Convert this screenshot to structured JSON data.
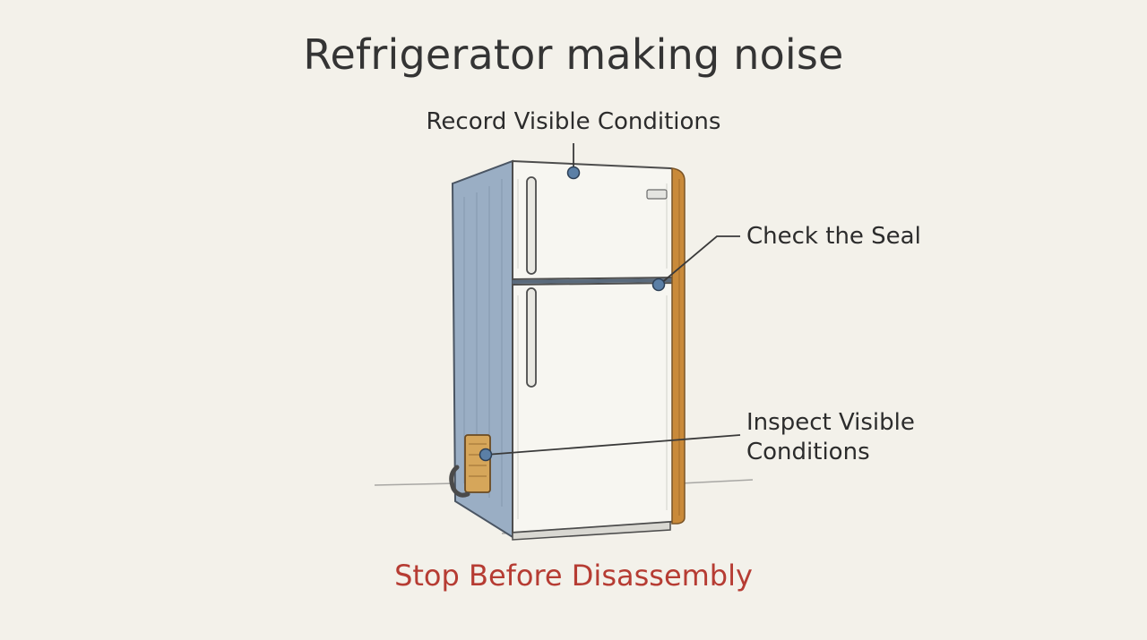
{
  "title": "Refrigerator making noise",
  "callouts": {
    "top": "Record Visible Conditions",
    "seal": "Check the Seal",
    "inspect_line1": "Inspect Visible",
    "inspect_line2": "Conditions"
  },
  "warning": "Stop Before Disassembly",
  "colors": {
    "background": "#f3f1ea",
    "body_side": "#9aaec4",
    "door": "#f7f6f1",
    "seal": "#c98a3a",
    "callout_dot": "#5b7fa6",
    "warning": "#b63c33"
  },
  "icons": {
    "illustration": "refrigerator-illustration",
    "marker": "callout-dot"
  }
}
